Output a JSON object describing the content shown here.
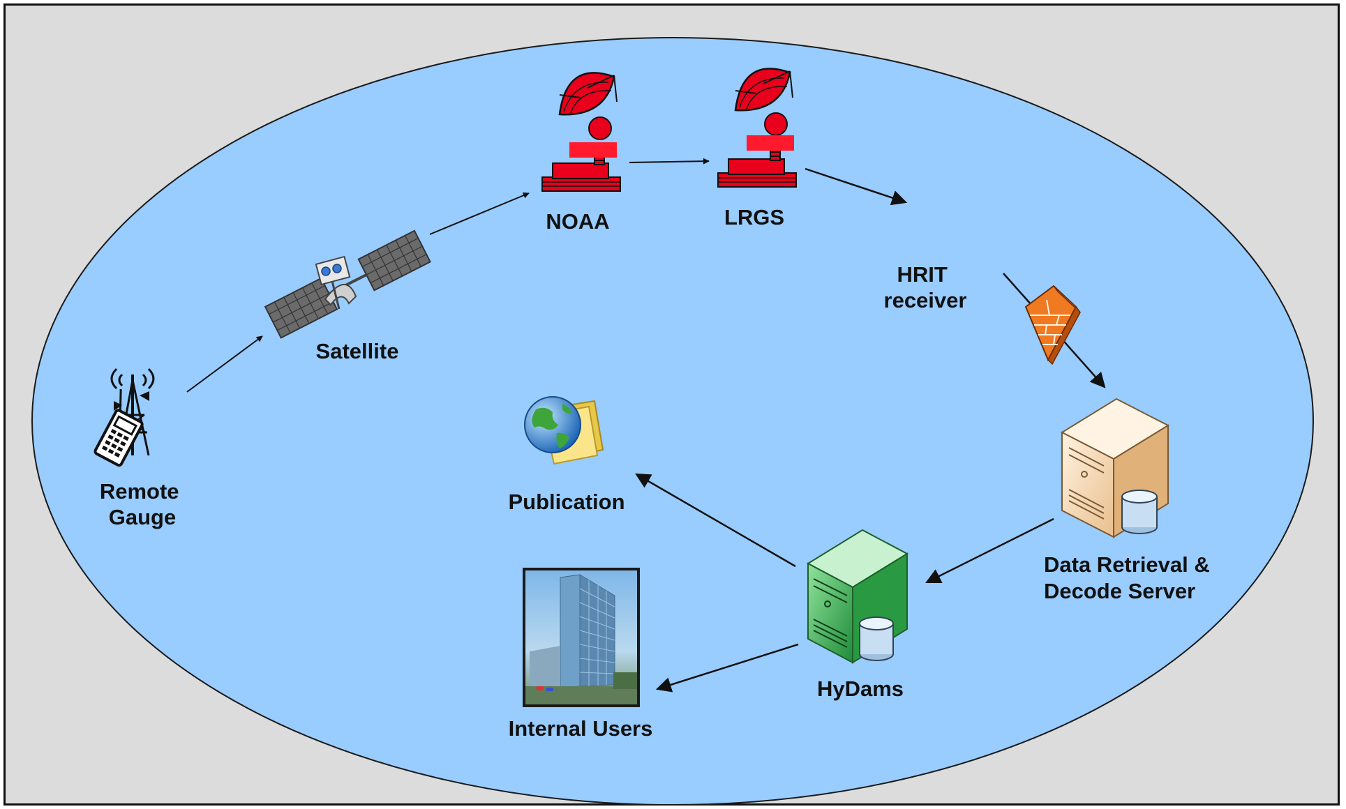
{
  "diagram": {
    "nodes": {
      "remote_gauge": {
        "lines": [
          "Remote",
          "Gauge"
        ],
        "icon": "remote-gauge-icon"
      },
      "satellite": {
        "label": "Satellite",
        "icon": "satellite-icon"
      },
      "noaa": {
        "label": "NOAA",
        "icon": "satellite-dish-icon"
      },
      "lrgs": {
        "label": "LRGS",
        "icon": "satellite-dish-icon"
      },
      "hrit": {
        "lines": [
          "HRIT",
          "receiver"
        ],
        "icon": "firewall-icon"
      },
      "data_retrieval": {
        "lines": [
          "Data Retrieval &",
          "Decode Server"
        ],
        "icon": "server-icon"
      },
      "hydams": {
        "label": "HyDams",
        "icon": "server-icon"
      },
      "publication": {
        "label": "Publication",
        "icon": "globe-folder-icon"
      },
      "internal_users": {
        "label": "Internal Users",
        "icon": "office-building-photo"
      }
    },
    "edges": [
      {
        "from": "remote_gauge",
        "to": "satellite"
      },
      {
        "from": "satellite",
        "to": "noaa"
      },
      {
        "from": "noaa",
        "to": "lrgs"
      },
      {
        "from": "lrgs",
        "to": "hrit"
      },
      {
        "from": "hrit",
        "to": "data_retrieval"
      },
      {
        "from": "data_retrieval",
        "to": "hydams"
      },
      {
        "from": "hydams",
        "to": "publication"
      },
      {
        "from": "hydams",
        "to": "internal_users"
      }
    ],
    "colors": {
      "frame_background": "#dcdcdc",
      "ellipse_fill": "#99ccff",
      "dish": "#e8001c",
      "firewall": "#f07a22",
      "server_beige": "#f6d9b4",
      "server_green": "#2fa84a"
    }
  }
}
